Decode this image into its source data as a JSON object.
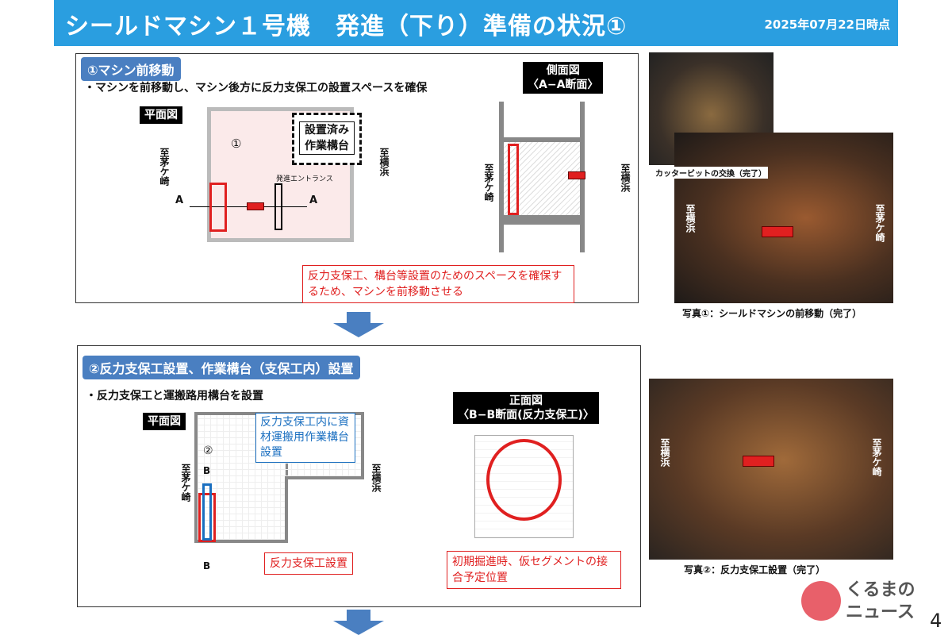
{
  "header": {
    "title": "シールドマシン１号機　発進（下り）準備の状況①",
    "date": "2025年07月22日時点"
  },
  "step1": {
    "tag": "①マシン前移動",
    "bullet": "・マシンを前移動し、マシン後方に反力支保工の設置スペースを確保",
    "plan_label": "平面図",
    "installed": "設置済み\n作業構台",
    "marker": "①",
    "to_left": "至茅ケ崎",
    "to_right": "至横浜",
    "entrance": "発進エントランス",
    "section_mark": "A",
    "side_label_1": "側面図",
    "side_label_2": "〈A−A断面〉",
    "callout": "反力支保工、構台等設置のためのスペースを確保するため、マシンを前移動させる"
  },
  "photos": {
    "p0_caption": "カッタービットの交換（完了）",
    "p1_caption": "写真①：シールドマシンの前移動（完了）",
    "p2_caption": "写真②：反力支保工設置（完了）",
    "to_yokohama": "至横浜",
    "to_chigasaki": "至茅ケ崎"
  },
  "step2": {
    "tag": "②反力支保工設置、作業構台（支保工内）設置",
    "bullet": "・反力支保工と運搬路用構台を設置",
    "plan_label": "平面図",
    "marker": "②",
    "blue_callout": "反力支保工内に資材運搬用作業構台設置",
    "red_callout": "反力支保工設置",
    "to_left": "至茅ケ崎",
    "to_right": "至横浜",
    "section_mark": "B",
    "front_label_1": "正面図",
    "front_label_2": "〈B−B断面(反力支保工)〉",
    "ring_callout": "初期掘進時、仮セグメントの接合予定位置"
  },
  "footer": {
    "page": "4",
    "logo": "くるまのニュース"
  }
}
